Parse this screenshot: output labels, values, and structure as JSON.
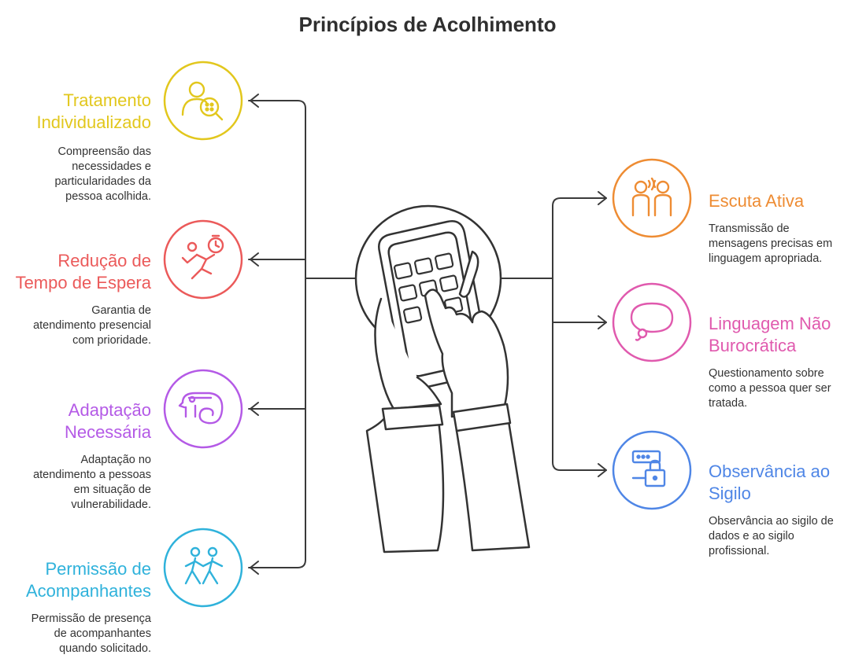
{
  "title": "Princípios de Acolhimento",
  "items": [
    {
      "id": "tratamento-individualizado",
      "side": "left",
      "color": "#E2C71D",
      "icon": "person-search-icon",
      "title_lines": [
        "Tratamento",
        "Individualizado"
      ],
      "desc_lines": [
        "Compreensão das",
        "necessidades e",
        "particularidades da",
        "pessoa acolhida."
      ]
    },
    {
      "id": "reducao-tempo-espera",
      "side": "left",
      "color": "#EB5A5A",
      "icon": "running-clock-icon",
      "title_lines": [
        "Redução de",
        "Tempo de Espera"
      ],
      "desc_lines": [
        "Garantia de",
        "atendimento presencial",
        "com prioridade."
      ]
    },
    {
      "id": "adaptacao-necessaria",
      "side": "left",
      "color": "#B45AE6",
      "icon": "chameleon-icon",
      "title_lines": [
        "Adaptação",
        "Necessária"
      ],
      "desc_lines": [
        "Adaptação no",
        "atendimento a pessoas",
        "em situação de",
        "vulnerabilidade."
      ]
    },
    {
      "id": "permissao-acompanhantes",
      "side": "left",
      "color": "#2FB2DB",
      "icon": "walking-people-icon",
      "title_lines": [
        "Permissão de",
        "Acompanhantes"
      ],
      "desc_lines": [
        "Permissão de presença",
        "de acompanhantes",
        "quando solicitado."
      ]
    },
    {
      "id": "escuta-ativa",
      "side": "right",
      "color": "#EE8C33",
      "icon": "listening-people-icon",
      "title_lines": [
        "Escuta Ativa"
      ],
      "desc_lines": [
        "Transmissão de",
        "mensagens precisas em",
        "linguagem apropriada."
      ]
    },
    {
      "id": "linguagem-nao-burocratica",
      "side": "right",
      "color": "#E05AAE",
      "icon": "speech-bubble-icon",
      "title_lines": [
        "Linguagem Não",
        "Burocrática"
      ],
      "desc_lines": [
        "Questionamento sobre",
        "como a pessoa quer ser",
        "tratada."
      ]
    },
    {
      "id": "observancia-sigilo",
      "side": "right",
      "color": "#4F86E6",
      "icon": "lock-password-icon",
      "title_lines": [
        "Observância ao",
        "Sigilo"
      ],
      "desc_lines": [
        "Observância ao sigilo de",
        "dados e ao sigilo",
        "profissional."
      ]
    }
  ]
}
